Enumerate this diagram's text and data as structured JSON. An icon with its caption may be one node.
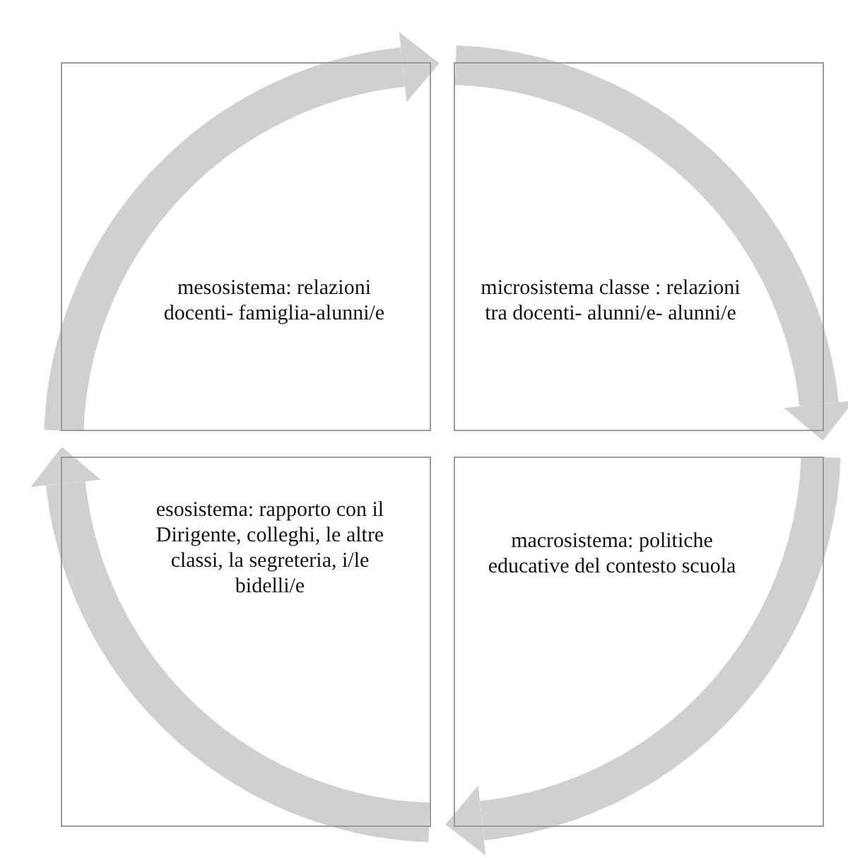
{
  "diagram": {
    "nodes": [
      {
        "text": [
          "mesosistema: relazioni docenti- famiglia-alunni/e"
        ]
      },
      {
        "text": [
          "microsistema classe : relazioni tra docenti- alunni/e- alunni/e"
        ]
      },
      {
        "text": [
          "esosistema: rapporto con il Dirigente, colleghi, le altre classi, la segreteria, i/le bidelli/e"
        ]
      },
      {
        "text": [
          "macrosistema: politiche educative del contesto scuola"
        ]
      }
    ],
    "edges": [
      {
        "from": 0,
        "to": 1,
        "arrow": "to"
      },
      {
        "from": 1,
        "to": 3,
        "arrow": "to"
      },
      {
        "from": 3,
        "to": 2,
        "arrow": "to"
      },
      {
        "from": 2,
        "to": 0,
        "arrow": "to"
      }
    ]
  }
}
